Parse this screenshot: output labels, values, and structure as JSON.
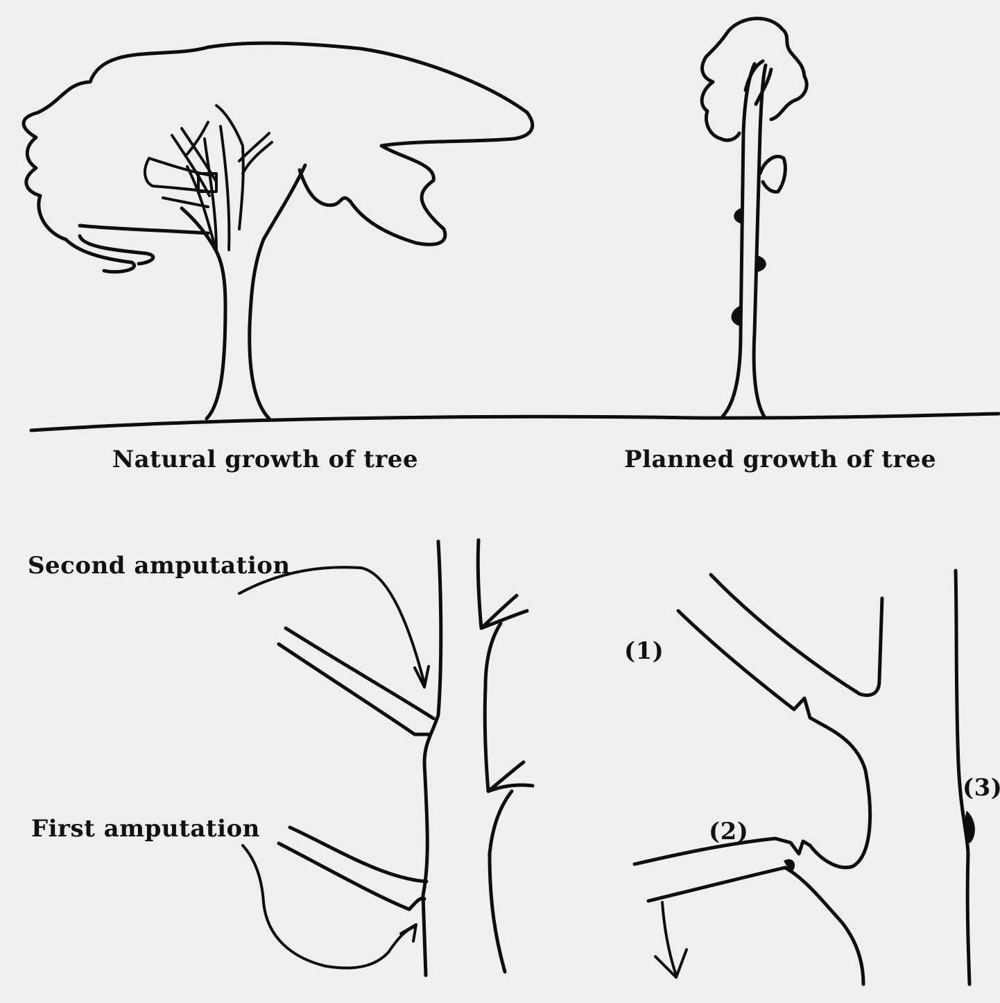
{
  "labels": {
    "natural": "Natural growth of tree",
    "planned": "Planned growth of tree",
    "second_amputation": "Second amputation",
    "first_amputation": "First amputation",
    "step1": "(1)",
    "step2": "(2)",
    "step3": "(3)"
  },
  "colors": {
    "background": "#efefef",
    "ink": "#0d0d0d"
  }
}
